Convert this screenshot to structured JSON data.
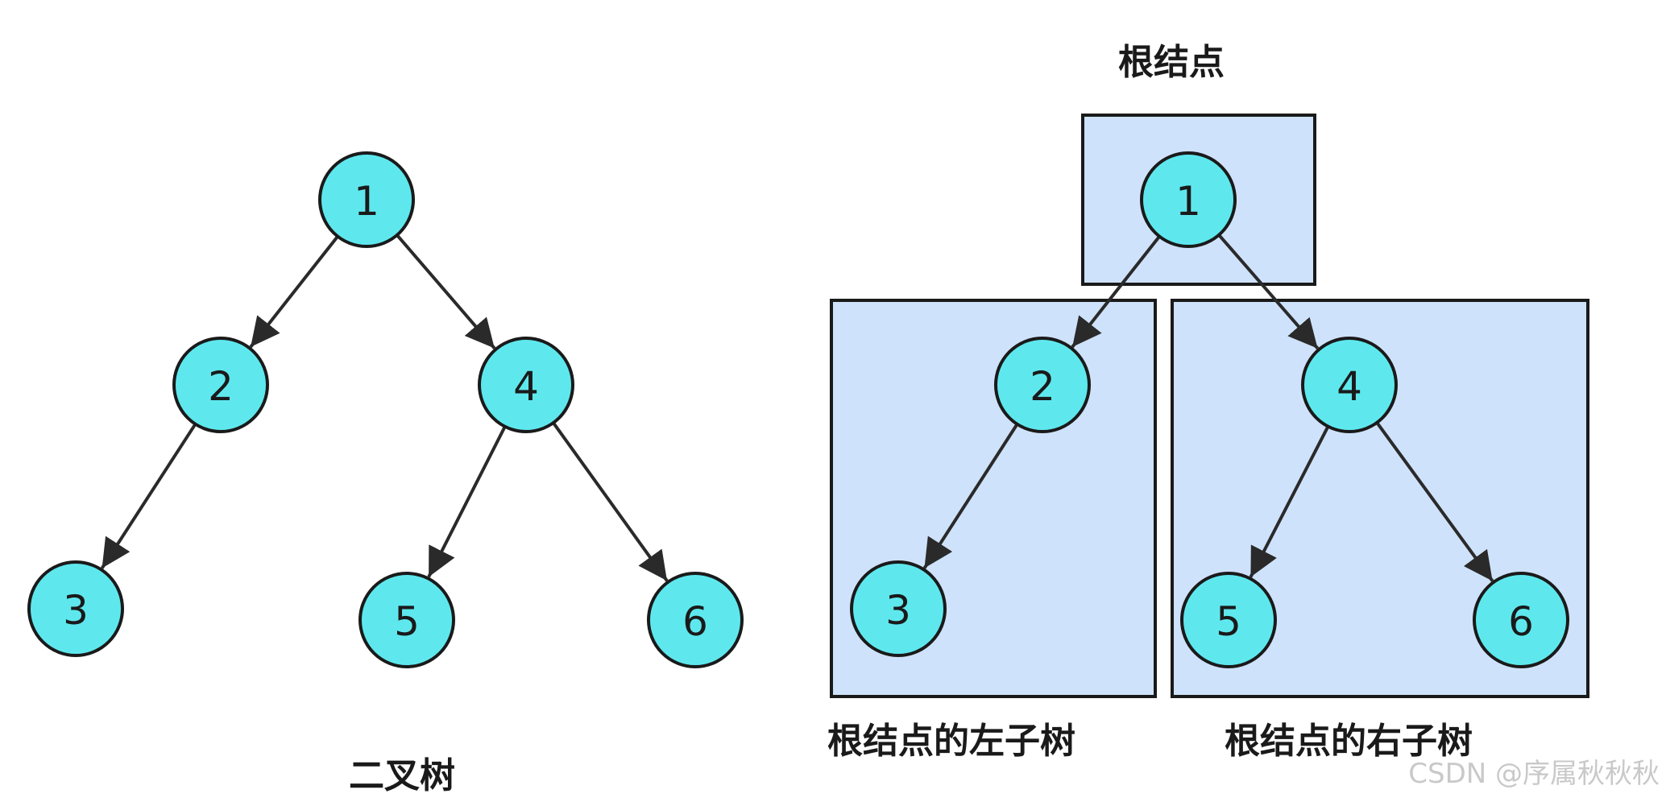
{
  "left_tree": {
    "caption": "二叉树",
    "nodes": [
      {
        "id": "n1",
        "label": "1"
      },
      {
        "id": "n2",
        "label": "2"
      },
      {
        "id": "n4",
        "label": "4"
      },
      {
        "id": "n3",
        "label": "3"
      },
      {
        "id": "n5",
        "label": "5"
      },
      {
        "id": "n6",
        "label": "6"
      }
    ],
    "edges": [
      {
        "from": "n1",
        "to": "n2"
      },
      {
        "from": "n1",
        "to": "n4"
      },
      {
        "from": "n2",
        "to": "n3"
      },
      {
        "from": "n4",
        "to": "n5"
      },
      {
        "from": "n4",
        "to": "n6"
      }
    ]
  },
  "right_tree": {
    "root_caption": "根结点",
    "left_subtree_caption": "根结点的左子树",
    "right_subtree_caption": "根结点的右子树",
    "nodes": [
      {
        "id": "r1",
        "label": "1"
      },
      {
        "id": "r2",
        "label": "2"
      },
      {
        "id": "r4",
        "label": "4"
      },
      {
        "id": "r3",
        "label": "3"
      },
      {
        "id": "r5",
        "label": "5"
      },
      {
        "id": "r6",
        "label": "6"
      }
    ],
    "edges": [
      {
        "from": "r1",
        "to": "r2"
      },
      {
        "from": "r1",
        "to": "r4"
      },
      {
        "from": "r2",
        "to": "r3"
      },
      {
        "from": "r4",
        "to": "r5"
      },
      {
        "from": "r4",
        "to": "r6"
      }
    ]
  },
  "watermark": "CSDN @序属秋秋秋",
  "colors": {
    "node_fill": "#5ee8ee",
    "region_fill": "#cfe2fb",
    "stroke": "#1a1a1a"
  }
}
